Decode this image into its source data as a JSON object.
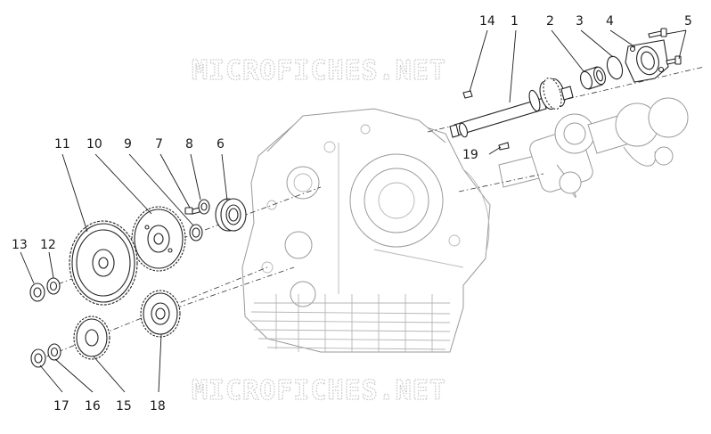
{
  "watermark": "MICROFICHES.NET",
  "callouts": {
    "c1": "1",
    "c2": "2",
    "c3": "3",
    "c4": "4",
    "c5": "5",
    "c6": "6",
    "c7": "7",
    "c8": "8",
    "c9": "9",
    "c10": "10",
    "c11": "11",
    "c12": "12",
    "c13": "13",
    "c14": "14",
    "c15": "15",
    "c16": "16",
    "c17": "17",
    "c18": "18",
    "c19": "19"
  }
}
